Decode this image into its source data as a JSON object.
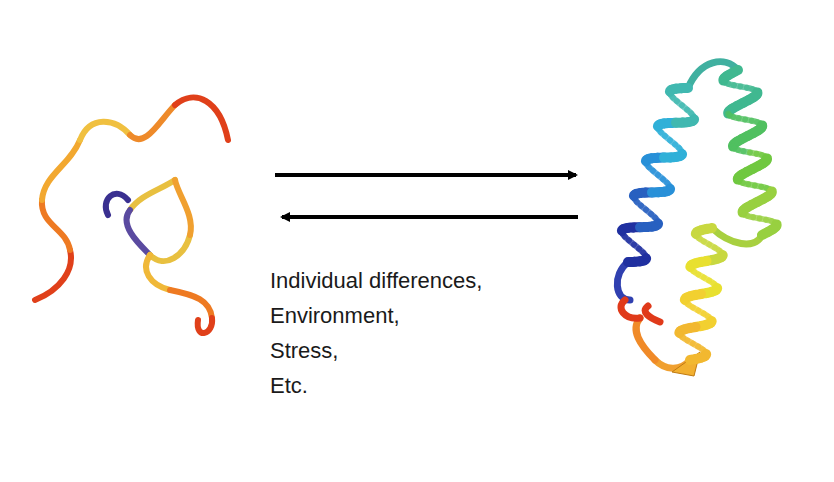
{
  "diagram": {
    "labels": [
      "Individual differences,",
      "Environment,",
      "Stress,",
      "Etc."
    ]
  }
}
